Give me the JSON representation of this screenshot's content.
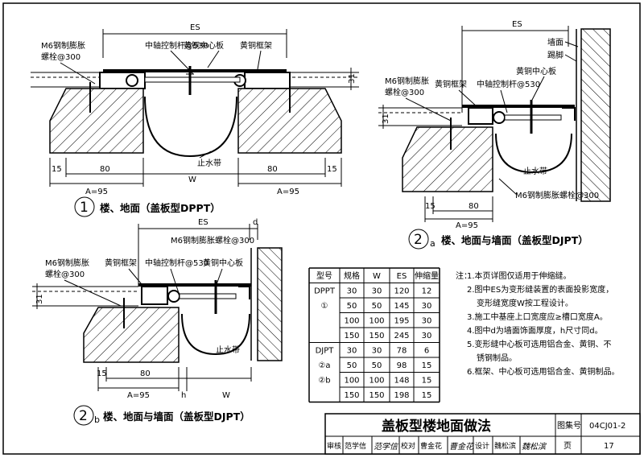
{
  "details": {
    "d1": {
      "num": "1",
      "title": "楼、地面（盖板型DPPT）",
      "es": "ES",
      "rod": "中轴控制杆@530",
      "center_plate": "黄铜中心板",
      "frame": "黄铜框架",
      "bolt_1": "M6钢制膨胀",
      "bolt_2": "螺栓@300",
      "dim_31": "31",
      "water_stop": "止水带",
      "dim_15a": "15",
      "dim_80a": "80",
      "dim_a95a": "A=95",
      "dim_w": "W",
      "dim_80b": "80",
      "dim_15b": "15",
      "dim_a95b": "A=95"
    },
    "d2a": {
      "num": "2",
      "sub": "a",
      "title": "楼、地面与墙面（盖板型DJPT）",
      "es": "ES",
      "wall": "墙面",
      "skirting": "踢脚",
      "center_plate": "黄铜中心板",
      "bolt_1": "M6钢制膨胀",
      "bolt_2": "螺栓@300",
      "frame": "黄铜框架",
      "rod": "中轴控制杆@530",
      "dim_31": "31",
      "water_stop": "止水带",
      "bolt_full": "M6钢制膨胀螺栓@300",
      "dim_15": "15",
      "dim_80": "80",
      "dim_a95": "A=95"
    },
    "d2b": {
      "num": "2",
      "sub": "b",
      "title": "楼、地面与墙面（盖板型DJPT）",
      "es": "ES",
      "d": "d",
      "bolt_full": "M6钢制膨胀螺栓@300",
      "bolt_1": "M6钢制膨胀",
      "bolt_2": "螺栓@300",
      "frame": "黄铜框架",
      "rod": "中轴控制杆@530",
      "center_plate": "黄铜中心板",
      "dim_31": "31",
      "water_stop": "止水带",
      "dim_15": "15",
      "dim_80": "80",
      "dim_a95": "A=95",
      "dim_h": "h",
      "dim_w": "W"
    }
  },
  "spec_table": {
    "headers": [
      "型号",
      "规格",
      "W",
      "ES",
      "伸缩量"
    ],
    "groups": [
      {
        "model": [
          "DPPT",
          "①"
        ],
        "rows": [
          [
            "30",
            "30",
            "120",
            "12"
          ],
          [
            "50",
            "50",
            "145",
            "30"
          ],
          [
            "100",
            "100",
            "195",
            "30"
          ],
          [
            "150",
            "150",
            "245",
            "30"
          ]
        ]
      },
      {
        "model": [
          "DJPT",
          "②a",
          "②b"
        ],
        "rows": [
          [
            "30",
            "30",
            "78",
            "6"
          ],
          [
            "50",
            "50",
            "98",
            "15"
          ],
          [
            "100",
            "100",
            "148",
            "15"
          ],
          [
            "150",
            "150",
            "198",
            "15"
          ]
        ]
      }
    ]
  },
  "notes": {
    "label": "注：",
    "lines": [
      "1.本页详图仅适用于伸缩缝。",
      "2.图中ES为变形缝装置的表面投影宽度，",
      "变形缝宽度W按工程设计。",
      "3.施工中基座上口宽度应≥槽口宽度A。",
      "4.图中d为墙面饰面厚度，h尺寸同d。",
      "5.变形缝中心板可选用铝合金、黄铜、不",
      "锈钢制品。",
      "6.框架、中心板可选用铝合金、黄铜制品。"
    ]
  },
  "title_block": {
    "title": "盖板型楼地面做法",
    "atlas_label": "图集号",
    "atlas_no": "04CJ01-2",
    "review_label": "审核",
    "reviewer": "范学信",
    "reviewer_sig": "范学信",
    "check_label": "校对",
    "checker": "曹金花",
    "checker_sig": "曹金花",
    "design_label": "设计",
    "designer": "魏松滨",
    "designer_sig": "魏松滨",
    "page_label": "页",
    "page_no": "17"
  }
}
